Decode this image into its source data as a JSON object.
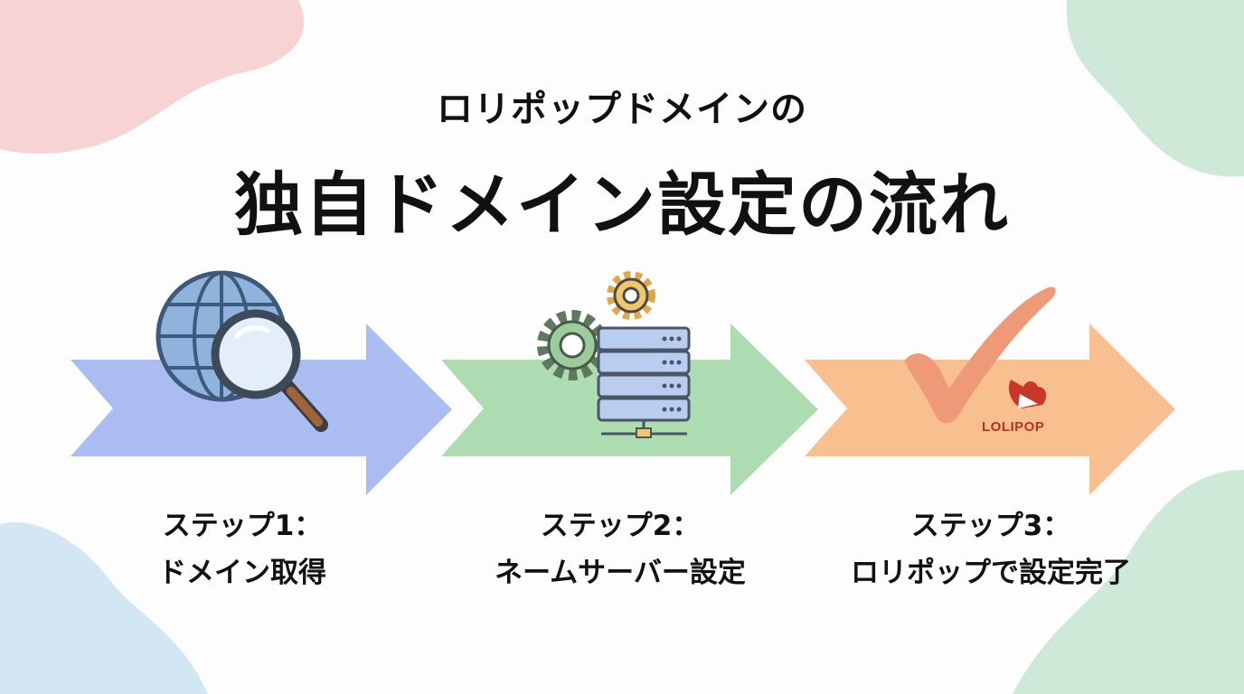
{
  "header": {
    "subtitle": "ロリポップドメインの",
    "title": "独自ドメイン設定の流れ"
  },
  "steps": [
    {
      "label": "ステップ1：",
      "desc": "ドメイン取得",
      "icon": "globe-search-icon",
      "color": "#a9bdf2"
    },
    {
      "label": "ステップ2：",
      "desc": "ネームサーバー設定",
      "icon": "server-gear-icon",
      "color": "#acdcb0"
    },
    {
      "label": "ステップ3：",
      "desc": "ロリポップで設定完了",
      "icon": "checkmark-icon",
      "color": "#f9c08f"
    }
  ],
  "logo": {
    "text": "LOLIPOP",
    "color": "#b8321f"
  }
}
